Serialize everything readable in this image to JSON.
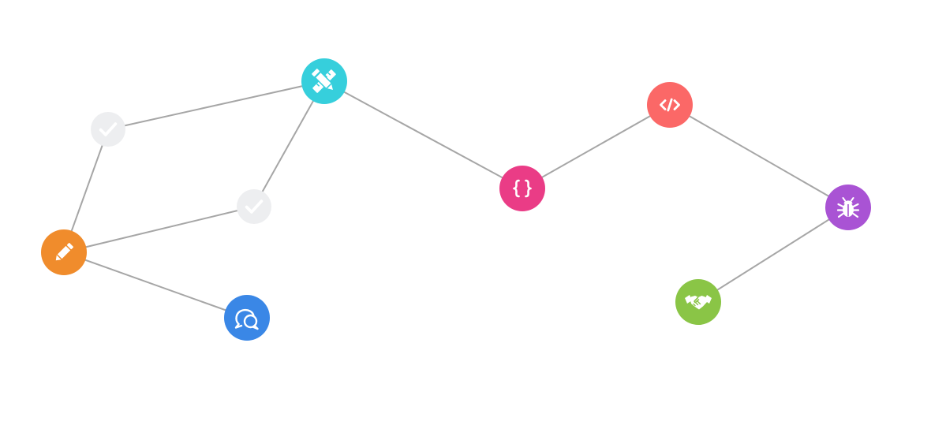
{
  "diagram": {
    "nodes": [
      {
        "id": "check-top",
        "icon": "check-icon",
        "color": "#edeef0",
        "state": "inactive"
      },
      {
        "id": "check-mid",
        "icon": "check-icon",
        "color": "#edeef0",
        "state": "inactive"
      },
      {
        "id": "design",
        "icon": "pencil-ruler-icon",
        "color": "#36cfdc",
        "state": "active"
      },
      {
        "id": "edit",
        "icon": "pencil-icon",
        "color": "#f08c2c",
        "state": "active"
      },
      {
        "id": "chat",
        "icon": "chat-bubbles-icon",
        "color": "#3a87e6",
        "state": "active"
      },
      {
        "id": "curly",
        "icon": "curly-braces-icon",
        "color": "#ea3c86",
        "state": "active"
      },
      {
        "id": "code",
        "icon": "code-tag-icon",
        "color": "#fb6867",
        "state": "active"
      },
      {
        "id": "bug",
        "icon": "bug-icon",
        "color": "#a953d4",
        "state": "active"
      },
      {
        "id": "handshake",
        "icon": "handshake-icon",
        "color": "#8ac546",
        "state": "active"
      }
    ],
    "edges": [
      [
        "check-top",
        "design"
      ],
      [
        "check-top",
        "edit"
      ],
      [
        "design",
        "check-mid"
      ],
      [
        "check-mid",
        "edit"
      ],
      [
        "edit",
        "chat"
      ],
      [
        "design",
        "curly"
      ],
      [
        "curly",
        "code"
      ],
      [
        "code",
        "bug"
      ],
      [
        "bug",
        "handshake"
      ]
    ]
  }
}
